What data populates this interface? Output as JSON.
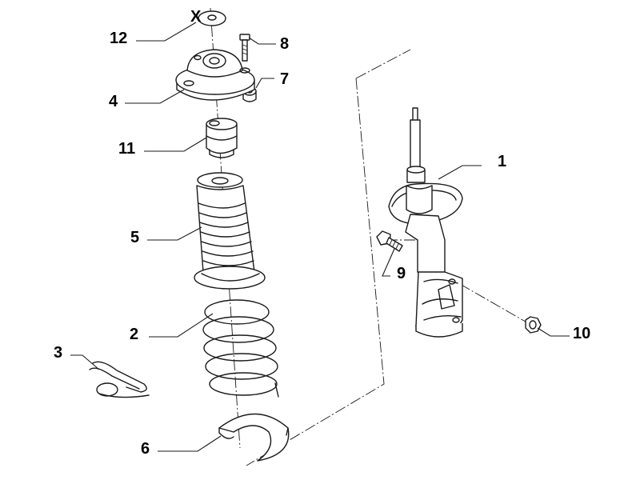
{
  "callouts": [
    {
      "id": "1",
      "label": "1"
    },
    {
      "id": "2",
      "label": "2"
    },
    {
      "id": "3",
      "label": "3"
    },
    {
      "id": "4",
      "label": "4"
    },
    {
      "id": "5",
      "label": "5"
    },
    {
      "id": "6",
      "label": "6"
    },
    {
      "id": "7",
      "label": "7"
    },
    {
      "id": "8",
      "label": "8"
    },
    {
      "id": "9",
      "label": "9"
    },
    {
      "id": "10",
      "label": "10"
    },
    {
      "id": "11",
      "label": "11"
    },
    {
      "id": "12",
      "label": "12"
    }
  ],
  "marks": {
    "discontinued": "X"
  }
}
